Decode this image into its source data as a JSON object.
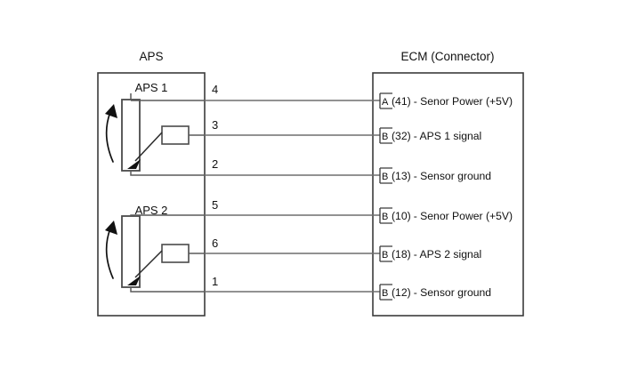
{
  "diagram": {
    "title_left": "APS",
    "title_right": "ECM (Connector)",
    "groups": [
      {
        "label": "APS 1"
      },
      {
        "label": "APS 2"
      }
    ],
    "connections": [
      {
        "pin": "4",
        "terminal_letter": "A",
        "terminal_number": "(41)",
        "signal": "- Senor Power (+5V)",
        "full_label": "A(41) - Senor Power (+5V)"
      },
      {
        "pin": "3",
        "terminal_letter": "B",
        "terminal_number": "(32)",
        "signal": "- APS 1 signal",
        "full_label": "B(32) - APS 1 signal"
      },
      {
        "pin": "2",
        "terminal_letter": "B",
        "terminal_number": "(13)",
        "signal": "- Sensor ground",
        "full_label": "B(13) - Sensor ground"
      },
      {
        "pin": "5",
        "terminal_letter": "B",
        "terminal_number": "(10)",
        "signal": "- Senor Power (+5V)",
        "full_label": "B(10) - Senor Power (+5V)"
      },
      {
        "pin": "6",
        "terminal_letter": "B",
        "terminal_number": "(18)",
        "signal": "- APS 2 signal",
        "full_label": "B(18) - APS 2 signal"
      },
      {
        "pin": "1",
        "terminal_letter": "B",
        "terminal_number": "(12)",
        "signal": "- Sensor ground",
        "full_label": "B(12) - Sensor ground"
      }
    ],
    "colors": {
      "background": "#ffffff",
      "outline": "#3b3b3b",
      "wire": "#6e6e6e",
      "symbol": "#111111",
      "text": "#111111"
    }
  }
}
